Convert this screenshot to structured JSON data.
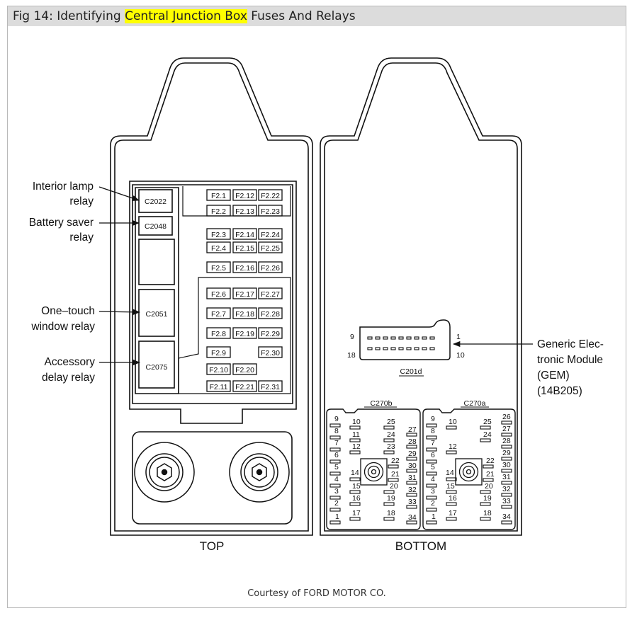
{
  "caption": {
    "prefix": "Fig 14: Identifying ",
    "highlight": "Central Junction Box",
    "suffix": " Fuses And Relays"
  },
  "credit": "Courtesy of FORD MOTOR CO.",
  "views": {
    "top": "TOP",
    "bottom": "BOTTOM"
  },
  "callouts": {
    "interior_lamp_1": "Interior lamp",
    "interior_lamp_2": "relay",
    "battery_saver_1": "Battery saver",
    "battery_saver_2": "relay",
    "one_touch_1": "One–touch",
    "one_touch_2": "window relay",
    "accessory_1": "Accessory",
    "accessory_2": "delay relay",
    "gem_1": "Generic Elec-",
    "gem_2": "tronic Module",
    "gem_3": "(GEM)",
    "gem_4": "(14B205)"
  },
  "relays": {
    "interior_lamp": "C2022",
    "battery_saver": "C2048",
    "one_touch": "C2051",
    "accessory": "C2075"
  },
  "fuses": {
    "r1": [
      "F2.1",
      "F2.12",
      "F2.22"
    ],
    "r2": [
      "F2.2",
      "F2.13",
      "F2.23"
    ],
    "r3": [
      "F2.3",
      "F2.14",
      "F2.24"
    ],
    "r4": [
      "F2.4",
      "F2.15",
      "F2.25"
    ],
    "r5": [
      "F2.5",
      "F2.16",
      "F2.26"
    ],
    "r6": [
      "F2.6",
      "F2.17",
      "F2.27"
    ],
    "r7": [
      "F2.7",
      "F2.18",
      "F2.28"
    ],
    "r8": [
      "F2.8",
      "F2.19",
      "F2.29"
    ],
    "r9": [
      "F2.9",
      "F2.30"
    ],
    "r10": [
      "F2.10",
      "F2.20"
    ],
    "r11": [
      "F2.11",
      "F2.21",
      "F2.31"
    ]
  },
  "gem_connector": {
    "name": "C201d",
    "pin_top_left": "9",
    "pin_top_right": "1",
    "pin_bottom_left": "18",
    "pin_bottom_right": "10"
  },
  "connectors": {
    "left": "C270b",
    "right": "C270a"
  },
  "pins": {
    "c270b": {
      "p9": "9",
      "p10": "10",
      "p25": "25",
      "p8": "8",
      "p11": "11",
      "p24": "24",
      "p27": "27",
      "p7": "7",
      "p23": "23",
      "p28": "28",
      "p6": "6",
      "p12": "12",
      "p29": "29",
      "p5": "5",
      "p22": "22",
      "p30": "30",
      "p14": "14",
      "p21": "21",
      "p4": "4",
      "p15": "15",
      "p20": "20",
      "p31": "31",
      "p3": "3",
      "p32": "32",
      "p16": "16",
      "p19": "19",
      "p2": "2",
      "p33": "33",
      "p17": "17",
      "p18": "18",
      "p1": "1",
      "p34": "34"
    },
    "c270a": {
      "p26": "26",
      "p9": "9",
      "p10": "10",
      "p25": "25",
      "p27": "27",
      "p8": "8",
      "p24": "24",
      "p7": "7",
      "p28": "28",
      "p6": "6",
      "p12": "12",
      "p29": "29",
      "p5": "5",
      "p22": "22",
      "p30": "30",
      "p14": "14",
      "p21": "21",
      "p4": "4",
      "p15": "15",
      "p20": "20",
      "p31": "31",
      "p3": "3",
      "p32": "32",
      "p16": "16",
      "p19": "19",
      "p2": "2",
      "p33": "33",
      "p17": "17",
      "p18": "18",
      "p1": "1",
      "p34": "34"
    }
  }
}
